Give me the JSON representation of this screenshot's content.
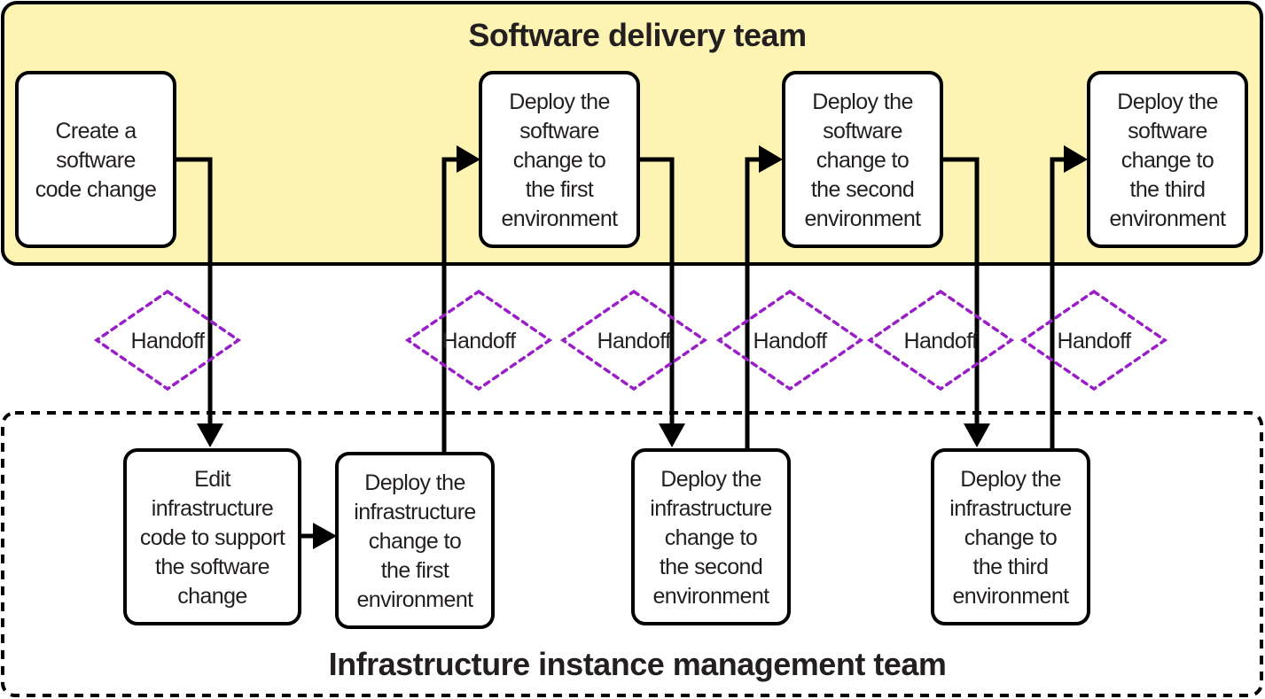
{
  "colors": {
    "software_lane_fill": "#fdf3b2",
    "stroke": "#000000",
    "text": "#231f20",
    "handoff_stroke": "#9a1ec8",
    "box_fill": "#ffffff"
  },
  "lanes": {
    "software": {
      "title": "Software delivery team"
    },
    "infrastructure": {
      "title": "Infrastructure instance management team"
    }
  },
  "software_steps": [
    {
      "id": "create-code-change",
      "lines": [
        "Create a",
        "software",
        "code change"
      ]
    },
    {
      "id": "deploy-software-env1",
      "lines": [
        "Deploy the",
        "software",
        "change to",
        "the first",
        "environment"
      ]
    },
    {
      "id": "deploy-software-env2",
      "lines": [
        "Deploy the",
        "software",
        "change to",
        "the second",
        "environment"
      ]
    },
    {
      "id": "deploy-software-env3",
      "lines": [
        "Deploy the",
        "software",
        "change to",
        "the third",
        "environment"
      ]
    }
  ],
  "infra_steps": [
    {
      "id": "edit-infra-code",
      "lines": [
        "Edit",
        "infrastructure",
        "code to support",
        "the software",
        "change"
      ]
    },
    {
      "id": "deploy-infra-env1",
      "lines": [
        "Deploy the",
        "infrastructure",
        "change to",
        "the first",
        "environment"
      ]
    },
    {
      "id": "deploy-infra-env2",
      "lines": [
        "Deploy the",
        "infrastructure",
        "change to",
        "the second",
        "environment"
      ]
    },
    {
      "id": "deploy-infra-env3",
      "lines": [
        "Deploy the",
        "infrastructure",
        "change to",
        "the third",
        "environment"
      ]
    }
  ],
  "handoffs": [
    {
      "label": "Handoff"
    },
    {
      "label": "Handoff"
    },
    {
      "label": "Handoff"
    },
    {
      "label": "Handoff"
    },
    {
      "label": "Handoff"
    },
    {
      "label": "Handoff"
    }
  ],
  "connections": [
    {
      "from": "create-code-change",
      "to": "edit-infra-code",
      "via_handoff": 0
    },
    {
      "from": "edit-infra-code",
      "to": "deploy-infra-env1"
    },
    {
      "from": "deploy-infra-env1",
      "to": "deploy-software-env1",
      "via_handoff": 1
    },
    {
      "from": "deploy-software-env1",
      "to": "deploy-infra-env2",
      "via_handoff": 2
    },
    {
      "from": "deploy-infra-env2",
      "to": "deploy-software-env2",
      "via_handoff": 3
    },
    {
      "from": "deploy-software-env2",
      "to": "deploy-infra-env3",
      "via_handoff": 4
    },
    {
      "from": "deploy-infra-env3",
      "to": "deploy-software-env3",
      "via_handoff": 5
    }
  ]
}
